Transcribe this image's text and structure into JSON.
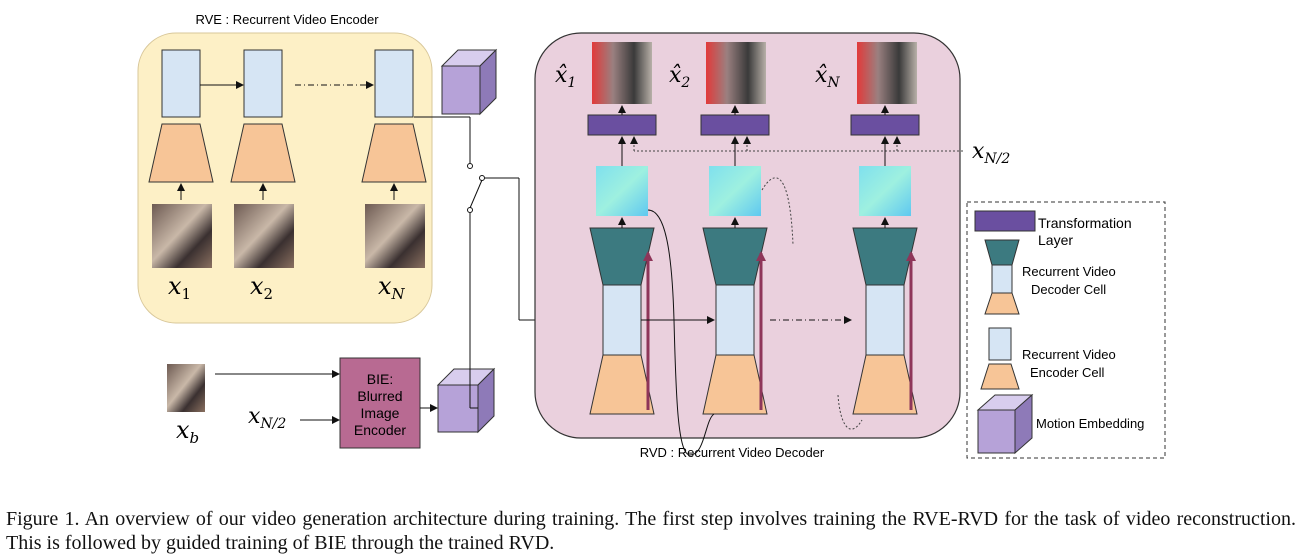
{
  "rve": {
    "title": "RVE : Recurrent Video Encoder",
    "inputs": [
      {
        "var": "x",
        "sub": "1"
      },
      {
        "var": "x",
        "sub": "2"
      },
      {
        "var": "x",
        "sub": "N"
      }
    ]
  },
  "rvd": {
    "title": "RVD : Recurrent Video Decoder",
    "outputs": [
      {
        "var": "x̂",
        "sub": "1"
      },
      {
        "var": "x̂",
        "sub": "2"
      },
      {
        "var": "x̂",
        "sub": "N"
      }
    ],
    "side_input": {
      "var": "x",
      "sub": "N/2"
    }
  },
  "bie": {
    "lines": [
      "BIE:",
      "Blurred",
      "Image",
      "Encoder"
    ],
    "input_b": {
      "var": "x",
      "sub": "b"
    },
    "input_mid": {
      "var": "x",
      "sub": "N/2"
    }
  },
  "legend": {
    "transformation": [
      "Transformation",
      "Layer"
    ],
    "decoder_cell": [
      "Recurrent Video",
      "Decoder Cell"
    ],
    "encoder_cell": [
      "Recurrent Video",
      "Encoder Cell"
    ],
    "motion": "Motion Embedding"
  },
  "caption": "Figure 1. An overview of our video generation architecture during training. The first step involves training the RVE-RVD for the task of video reconstruction. This is followed by guided training of BIE through the trained RVD.",
  "colors": {
    "rve_bg": "#fdf0c6",
    "rvd_bg": "#ead0dd",
    "cell_blue": "#d6e5f4",
    "cell_orange": "#f7c597",
    "decoder_teal": "#3c7a80",
    "transform_purple": "#6a4fa0",
    "bie_pink": "#b86a92",
    "motion_cube": "#b6a2d8",
    "arrow_maroon": "#8e3559"
  }
}
